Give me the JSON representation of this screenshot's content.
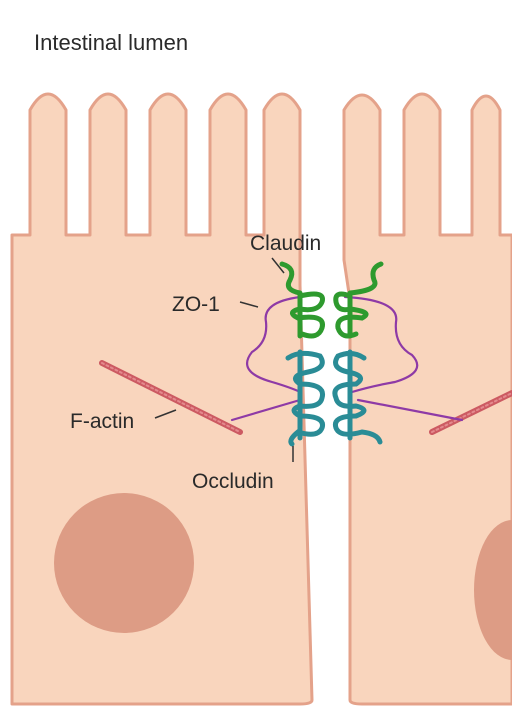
{
  "title": "Intestinal lumen",
  "labels": {
    "claudin": "Claudin",
    "zo1": "ZO-1",
    "factin": "F-actin",
    "occludin": "Occludin"
  },
  "colors": {
    "cell_fill": "#f9d5bd",
    "cell_outline": "#e4a28a",
    "nucleus": "#dd9c85",
    "claudin": "#2e9a2e",
    "occludin": "#2a8c96",
    "zo1": "#8e3aa6",
    "factin": "#cc5a62"
  }
}
